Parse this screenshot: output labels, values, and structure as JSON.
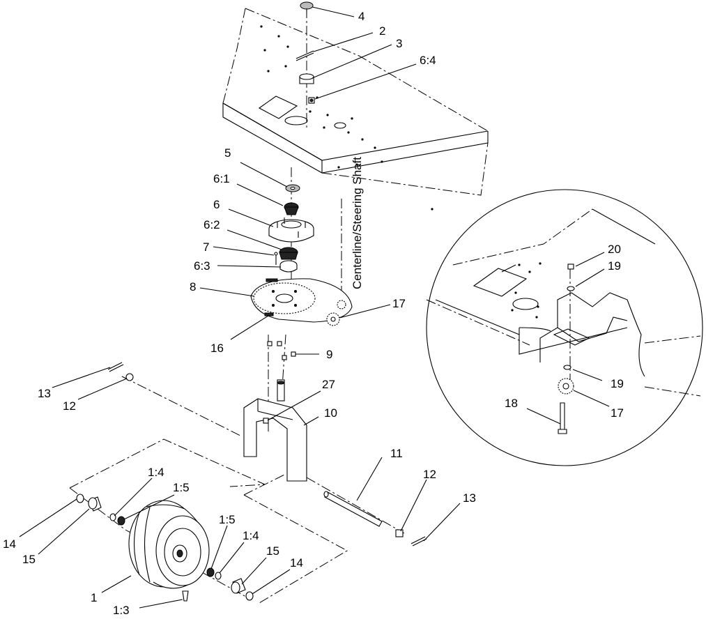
{
  "callouts": [
    {
      "id": "c4",
      "text": "4"
    },
    {
      "id": "c2",
      "text": "2"
    },
    {
      "id": "c3",
      "text": "3"
    },
    {
      "id": "c64",
      "text": "6:4"
    },
    {
      "id": "c5",
      "text": "5"
    },
    {
      "id": "c61",
      "text": "6:1"
    },
    {
      "id": "c6",
      "text": "6"
    },
    {
      "id": "c62",
      "text": "6:2"
    },
    {
      "id": "c7",
      "text": "7"
    },
    {
      "id": "c63",
      "text": "6:3"
    },
    {
      "id": "c8",
      "text": "8"
    },
    {
      "id": "c17a",
      "text": "17"
    },
    {
      "id": "c16",
      "text": "16"
    },
    {
      "id": "c9",
      "text": "9"
    },
    {
      "id": "c13a",
      "text": "13"
    },
    {
      "id": "c12a",
      "text": "12"
    },
    {
      "id": "c27",
      "text": "27"
    },
    {
      "id": "c10",
      "text": "10"
    },
    {
      "id": "c11",
      "text": "11"
    },
    {
      "id": "c12b",
      "text": "12"
    },
    {
      "id": "c13b",
      "text": "13"
    },
    {
      "id": "c14a",
      "text": "14"
    },
    {
      "id": "c15a",
      "text": "15"
    },
    {
      "id": "c14b",
      "text": "1:4"
    },
    {
      "id": "c15b",
      "text": "1:5"
    },
    {
      "id": "c15c",
      "text": "1:5"
    },
    {
      "id": "c14c",
      "text": "1:4"
    },
    {
      "id": "c15d",
      "text": "15"
    },
    {
      "id": "c14d",
      "text": "14"
    },
    {
      "id": "c1",
      "text": "1"
    },
    {
      "id": "c13",
      "text": "1:3"
    },
    {
      "id": "c20",
      "text": "20"
    },
    {
      "id": "c19a",
      "text": "19"
    },
    {
      "id": "c19b",
      "text": "19"
    },
    {
      "id": "c18",
      "text": "18"
    },
    {
      "id": "c17b",
      "text": "17"
    }
  ],
  "centerline_label": "Centerline/Steering Shaft"
}
